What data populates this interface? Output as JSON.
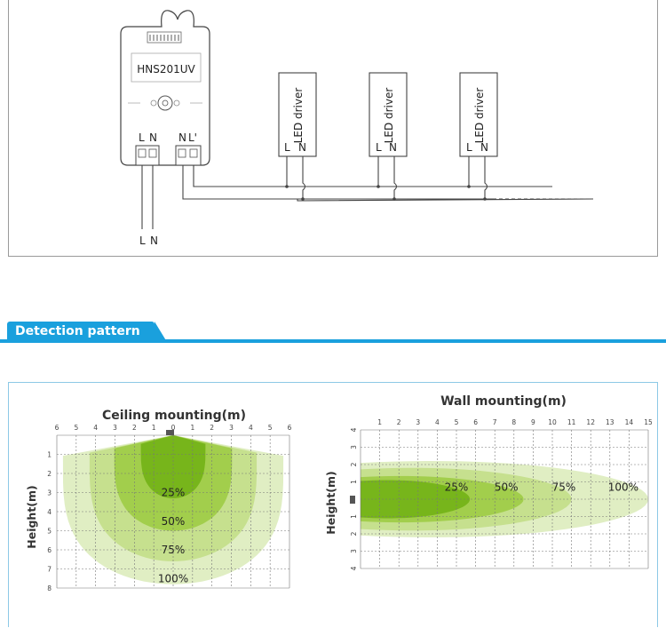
{
  "wiring": {
    "sensor_model": "HNS201UV",
    "input_terminals": [
      "L",
      "N"
    ],
    "output_terminals": [
      "N",
      "L'"
    ],
    "supply_labels": [
      "L",
      "N"
    ],
    "drivers": [
      {
        "label": "LED driver",
        "terminals": [
          "L",
          "N"
        ]
      },
      {
        "label": "LED driver",
        "terminals": [
          "L",
          "N"
        ]
      },
      {
        "label": "LED driver",
        "terminals": [
          "L",
          "N"
        ]
      }
    ]
  },
  "section": {
    "title": "Detection pattern"
  },
  "colors": {
    "accent": "#1aa0dd",
    "zone_100": "#e0eec3",
    "zone_75": "#c6e08e",
    "zone_50": "#a2ce4c",
    "zone_25": "#77b51b"
  },
  "chart_data": [
    {
      "type": "heatmap",
      "title": "Ceiling mounting(m)",
      "ylabel": "Height(m)",
      "x_ticks": [
        "6",
        "5",
        "4",
        "3",
        "2",
        "1",
        "0",
        "1",
        "2",
        "3",
        "4",
        "5",
        "6"
      ],
      "y_ticks": [
        "1",
        "2",
        "3",
        "4",
        "5",
        "6",
        "7",
        "8"
      ],
      "xlim": [
        -6,
        6
      ],
      "ylim": [
        0,
        8
      ],
      "zones": [
        {
          "label": "100%",
          "max_half_width_m": 5.8,
          "max_depth_m": 7.8
        },
        {
          "label": "75%",
          "max_half_width_m": 4.4,
          "max_depth_m": 6.6
        },
        {
          "label": "50%",
          "max_half_width_m": 3.1,
          "max_depth_m": 5.0
        },
        {
          "label": "25%",
          "max_half_width_m": 1.7,
          "max_depth_m": 3.3
        }
      ]
    },
    {
      "type": "heatmap",
      "title": "Wall mounting(m)",
      "ylabel": "Height(m)",
      "x_ticks": [
        "1",
        "2",
        "3",
        "4",
        "5",
        "6",
        "7",
        "8",
        "9",
        "10",
        "11",
        "12",
        "13",
        "14",
        "15"
      ],
      "y_ticks_up": [
        "1",
        "2",
        "3",
        "4"
      ],
      "y_ticks_down": [
        "1",
        "2",
        "3",
        "4"
      ],
      "xlim": [
        0,
        15
      ],
      "ylim": [
        -4,
        4
      ],
      "zones": [
        {
          "label": "100%",
          "max_reach_m": 15,
          "max_half_height_m": 2.8
        },
        {
          "label": "75%",
          "max_reach_m": 11,
          "max_half_height_m": 2.3
        },
        {
          "label": "50%",
          "max_reach_m": 8.5,
          "max_half_height_m": 1.7
        },
        {
          "label": "25%",
          "max_reach_m": 5.7,
          "max_half_height_m": 1.4
        }
      ]
    }
  ]
}
